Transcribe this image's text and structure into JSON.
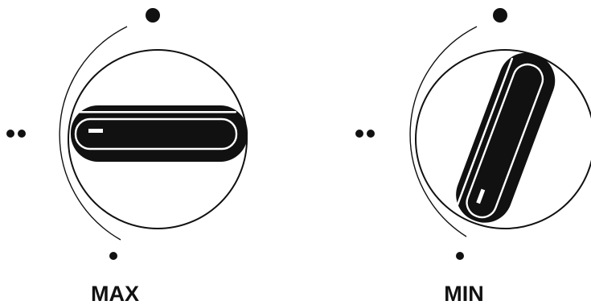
{
  "colors": {
    "ink": "#111111",
    "background": "#ffffff",
    "handle_highlight": "#ffffff"
  },
  "knobs": [
    {
      "id": "max",
      "label": "MAX",
      "setting": "max",
      "scale_marks": [
        "single-dot-top",
        "double-dot-left",
        "single-dot-bottom"
      ]
    },
    {
      "id": "min",
      "label": "MIN",
      "setting": "min",
      "scale_marks": [
        "single-dot-top",
        "double-dot-left",
        "single-dot-bottom"
      ]
    }
  ]
}
